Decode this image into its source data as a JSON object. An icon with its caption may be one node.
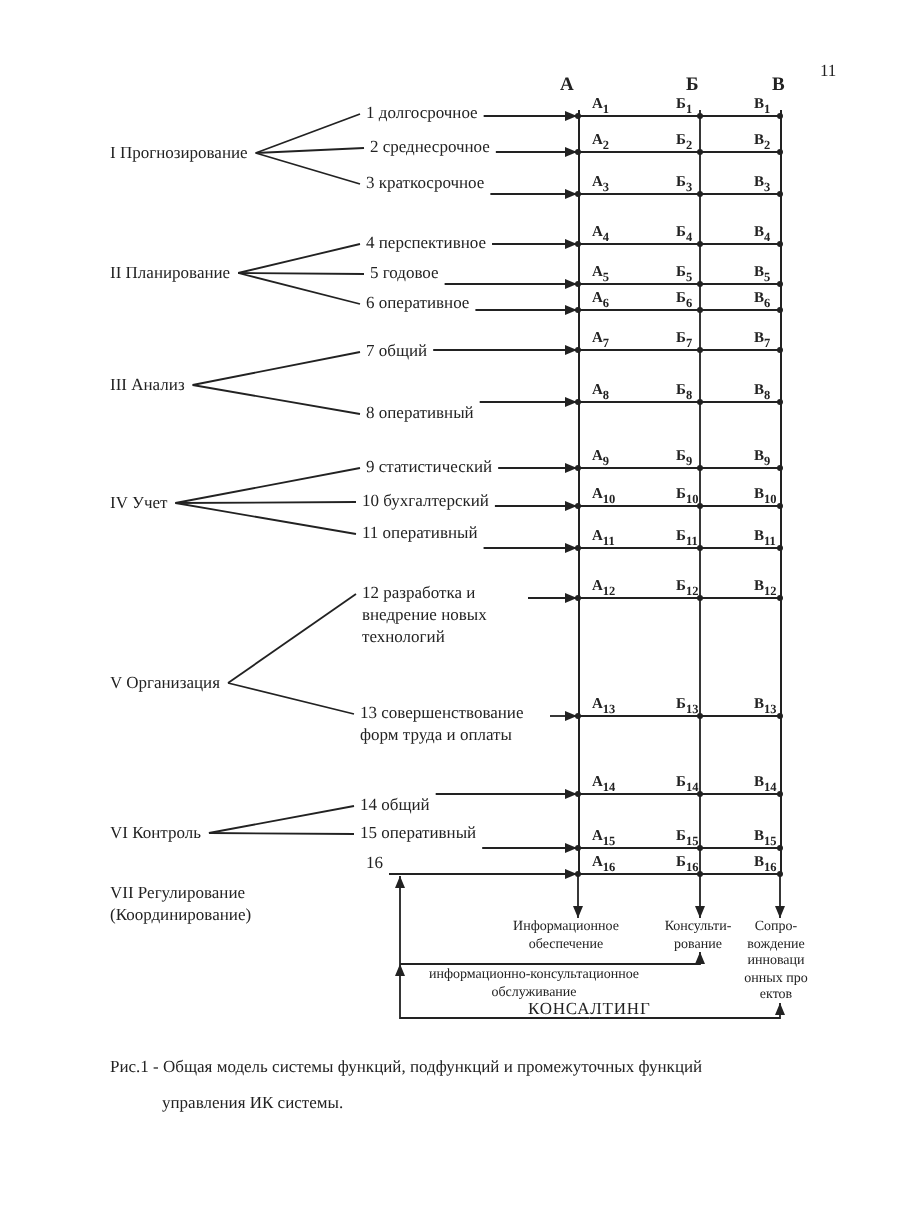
{
  "diagram": {
    "caption": "Рис.1 - Общая модель системы функций, подфункций и промежуточных функций управления ИК системы.",
    "nodes": [
      {
        "text": [
          "I Прогнозирование"
        ]
      },
      {
        "text": [
          "II Планирование"
        ]
      },
      {
        "text": [
          "III Анализ"
        ]
      },
      {
        "text": [
          "IV Учет"
        ]
      },
      {
        "text": [
          "V Организация"
        ]
      },
      {
        "text": [
          "VI Контроль"
        ]
      },
      {
        "text": [
          "VII Регулирование (Координирование)"
        ]
      },
      {
        "text": [
          "1 долгосрочное"
        ]
      },
      {
        "text": [
          "2 среднесрочное"
        ]
      },
      {
        "text": [
          "3 краткосрочное"
        ]
      },
      {
        "text": [
          "4 перспективное"
        ]
      },
      {
        "text": [
          "5 годовое"
        ]
      },
      {
        "text": [
          "6 оперативное"
        ]
      },
      {
        "text": [
          "7 общий"
        ]
      },
      {
        "text": [
          "8 оперативный"
        ]
      },
      {
        "text": [
          "9 статистический"
        ]
      },
      {
        "text": [
          "10 бухгалтерский"
        ]
      },
      {
        "text": [
          "11 оперативный"
        ]
      },
      {
        "text": [
          "12 разработка и внедрение новых технологий"
        ]
      },
      {
        "text": [
          "13 совершенствование форм труда и оплаты"
        ]
      },
      {
        "text": [
          "14 общий"
        ]
      },
      {
        "text": [
          "15 оперативный"
        ]
      },
      {
        "text": [
          "16"
        ]
      },
      {
        "text": [
          "Информационное обеспечение"
        ]
      },
      {
        "text": [
          "Консульти- рование"
        ]
      },
      {
        "text": [
          "Сопро- вождение инноваци онных про ектов"
        ]
      },
      {
        "text": [
          "информационно-консультационное обслуживание"
        ]
      },
      {
        "text": [
          "КОНСАЛТИНГ"
        ]
      },
      {
        "text": [],
        "shape": "box"
      }
    ],
    "edges": [
      {
        "from": 0,
        "to": 7,
        "arrow": "none"
      },
      {
        "from": 0,
        "to": 8,
        "arrow": "none"
      },
      {
        "from": 0,
        "to": 9,
        "arrow": "none"
      },
      {
        "from": 1,
        "to": 10,
        "arrow": "none"
      },
      {
        "from": 1,
        "to": 11,
        "arrow": "none"
      },
      {
        "from": 1,
        "to": 12,
        "arrow": "none"
      },
      {
        "from": 2,
        "to": 13,
        "arrow": "none"
      },
      {
        "from": 2,
        "to": 14,
        "arrow": "none"
      },
      {
        "from": 3,
        "to": 15,
        "arrow": "none"
      },
      {
        "from": 3,
        "to": 16,
        "arrow": "none"
      },
      {
        "from": 3,
        "to": 17,
        "arrow": "none"
      },
      {
        "from": 4,
        "to": 18,
        "arrow": "none"
      },
      {
        "from": 4,
        "to": 19,
        "arrow": "none"
      },
      {
        "from": 5,
        "to": 20,
        "arrow": "none"
      },
      {
        "from": 5,
        "to": 21,
        "arrow": "none"
      },
      {
        "from": 7,
        "to": 28,
        "arrow": "to"
      },
      {
        "from": 8,
        "to": 28,
        "arrow": "to"
      },
      {
        "from": 9,
        "to": 28,
        "arrow": "to"
      },
      {
        "from": 10,
        "to": 28,
        "arrow": "to"
      },
      {
        "from": 11,
        "to": 28,
        "arrow": "to"
      },
      {
        "from": 12,
        "to": 28,
        "arrow": "to"
      },
      {
        "from": 13,
        "to": 28,
        "arrow": "to"
      },
      {
        "from": 14,
        "to": 28,
        "arrow": "to"
      },
      {
        "from": 15,
        "to": 28,
        "arrow": "to"
      },
      {
        "from": 16,
        "to": 28,
        "arrow": "to"
      },
      {
        "from": 17,
        "to": 28,
        "arrow": "to"
      },
      {
        "from": 18,
        "to": 28,
        "arrow": "to"
      },
      {
        "from": 19,
        "to": 28,
        "arrow": "to"
      },
      {
        "from": 20,
        "to": 28,
        "arrow": "to"
      },
      {
        "from": 21,
        "to": 28,
        "arrow": "to"
      },
      {
        "from": 22,
        "to": 28,
        "arrow": "to"
      },
      {
        "from": 28,
        "to": 23,
        "arrow": "to"
      },
      {
        "from": 28,
        "to": 24,
        "arrow": "to"
      },
      {
        "from": 28,
        "to": 25,
        "arrow": "to"
      },
      {
        "from": 26,
        "to": 24,
        "arrow": "to"
      },
      {
        "from": 27,
        "to": 25,
        "arrow": "to"
      },
      {
        "from": 27,
        "to": 22,
        "arrow": "to"
      }
    ],
    "labels": [
      "11",
      "А",
      "Б",
      "В",
      "А$_{1}$",
      "Б$_{1}$",
      "В$_{1}$",
      "А$_{2}$",
      "Б$_{2}$",
      "В$_{2}$",
      "А$_{3}$",
      "Б$_{3}$",
      "В$_{3}$",
      "А$_{4}$",
      "Б$_{4}$",
      "В$_{4}$",
      "А$_{5}$",
      "Б$_{5}$",
      "В$_{5}$",
      "А$_{6}$",
      "Б$_{6}$",
      "В$_{6}$",
      "А$_{7}$",
      "Б$_{7}$",
      "В$_{7}$",
      "А$_{8}$",
      "Б$_{8}$",
      "В$_{8}$",
      "А$_{9}$",
      "Б$_{9}$",
      "В$_{9}$",
      "А$_{10}$",
      "Б$_{10}$",
      "В$_{10}$",
      "А$_{11}$",
      "Б$_{11}$",
      "В$_{11}$",
      "А$_{12}$",
      "Б$_{12}$",
      "В$_{12}$",
      "А$_{13}$",
      "Б$_{13}$",
      "В$_{13}$",
      "А$_{14}$",
      "Б$_{14}$",
      "В$_{14}$",
      "А$_{15}$",
      "Б$_{15}$",
      "В$_{15}$",
      "А$_{16}$",
      "Б$_{16}$",
      "В$_{16}$"
    ]
  }
}
